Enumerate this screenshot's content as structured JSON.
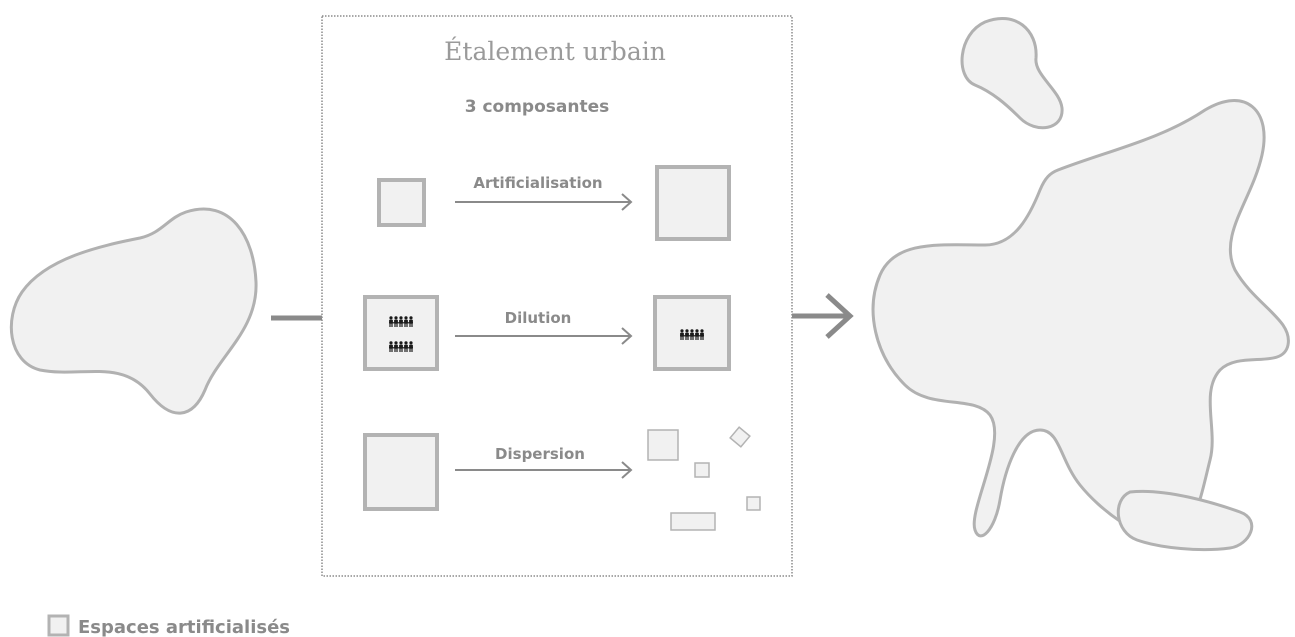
{
  "panel": {
    "title": "Étalement urbain",
    "subtitle": "3 composantes"
  },
  "components": [
    {
      "label": "Artificialisation"
    },
    {
      "label": "Dilution"
    },
    {
      "label": "Dispersion"
    }
  ],
  "legend": {
    "label": "Espaces artificialisés"
  },
  "icons": {
    "people": "people-group-icon",
    "arrow": "arrow-right-icon"
  },
  "colors": {
    "fill": "#f1f1f1",
    "stroke": "#b1b1b1",
    "text": "#8a8a8a",
    "people": "#1a1a1a"
  }
}
